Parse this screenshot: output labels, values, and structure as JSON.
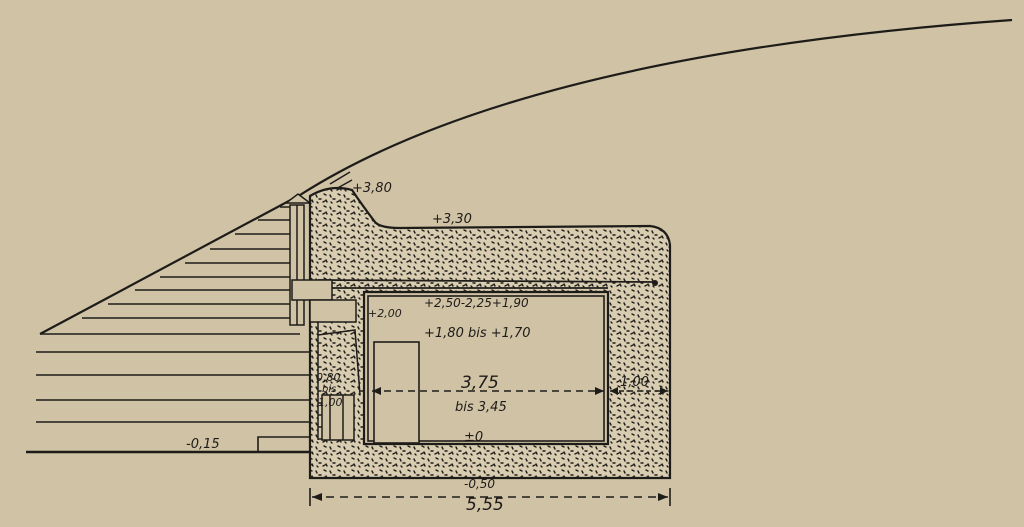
{
  "diagram": {
    "background_color": "#cfc2a5",
    "ink_color": "#1e1c19",
    "concrete_fill": "#d9cdb1",
    "labels": {
      "top_level": "+3,80",
      "roof_level": "+3,30",
      "ceiling_level": "+2,50-2,25+1,90",
      "wall_top_level": "+2,00",
      "inner_height": "+1,80 bis +1,70",
      "room_width": "3,75",
      "room_width_alt": "bis 3,45",
      "floor_level": "±0",
      "wall_thickness": "1,00",
      "total_width": "5,55",
      "foundation_level": "-0,50",
      "ground_level": "-0,15",
      "left_wall_thickness": "0,80",
      "left_wall_thickness_alt": "bis",
      "left_wall_thickness_max": "1,00"
    }
  }
}
